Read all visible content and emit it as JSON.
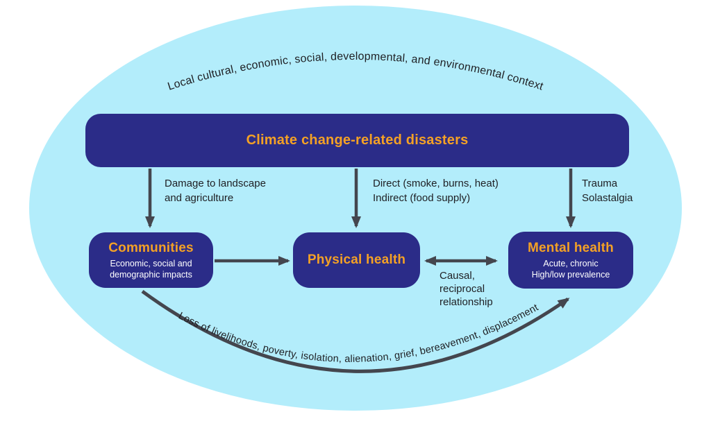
{
  "diagram": {
    "context_arc_text": "Local cultural, economic, social, developmental, and environmental context",
    "pathway_arc_text": "Loss of livelihoods, poverty, isolation, alienation, grief, bereavement, displacement",
    "header_box": {
      "title": "Climate change-related disasters"
    },
    "arrow_labels": {
      "communities_arrow": [
        "Damage to landscape",
        "and agriculture"
      ],
      "physical_arrow": [
        "Direct (smoke, burns, heat)",
        "Indirect (food supply)"
      ],
      "mental_arrow": [
        "Trauma",
        "Solastalgia"
      ],
      "physical_mental_arrow": [
        "Causal,",
        "reciprocal",
        "relationship"
      ]
    },
    "boxes": {
      "communities": {
        "title": "Communities",
        "subtitle": [
          "Economic, social and",
          "demographic impacts"
        ]
      },
      "physical_health": {
        "title": "Physical health"
      },
      "mental_health": {
        "title": "Mental health",
        "subtitle": [
          "Acute, chronic",
          "High/low prevalence"
        ]
      }
    },
    "colors": {
      "ellipse_fill": "#b3edfb",
      "box_fill": "#2b2c88",
      "accent_orange": "#f4a125",
      "arrow_gray": "#44464e",
      "label_text": "#1e1f23"
    }
  }
}
